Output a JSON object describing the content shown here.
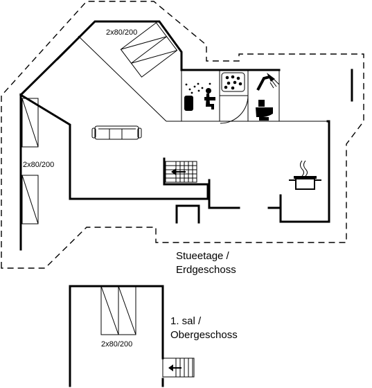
{
  "plan": {
    "floors": [
      {
        "label_lines": [
          "Stueetage /",
          "Erdgeschoss"
        ]
      },
      {
        "label_lines": [
          "1. sal /",
          "Obergeschoss"
        ]
      }
    ],
    "beds": [
      {
        "label": "2x80/200"
      },
      {
        "label": "2x80/200"
      },
      {
        "label": "2x80/200"
      }
    ],
    "icons": [
      "bed-icon",
      "sofa-icon",
      "stairs-icon",
      "sauna-icon",
      "whirlpool-icon",
      "shower-icon",
      "toilet-icon",
      "cooking-pot-icon"
    ]
  }
}
